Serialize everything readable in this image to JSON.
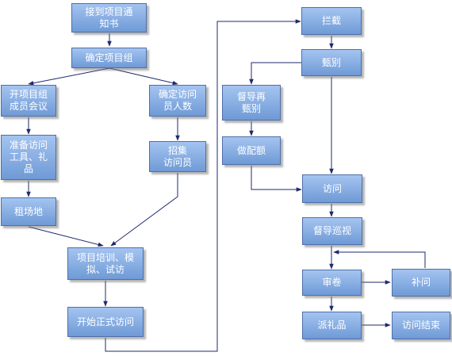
{
  "nodes": {
    "notice": "接到项目通\n知书",
    "confirm_project_group": "确定项目组",
    "kickoff_meeting": "开项目组\n成员会议",
    "confirm_interviewer_count": "确定访问\n员人数",
    "prepare_tools": "准备访问\n工具、礼\n品",
    "recruit_interviewers": "招集\n访问员",
    "rent_venue": "租场地",
    "training": "项目培训、模\n拟、试访",
    "start_interview": "开始正式访问",
    "intercept": "拦截",
    "screening": "甄别",
    "supervisor_rescreen": "督导再\n甄别",
    "quota": "做配额",
    "interview": "访问",
    "supervisor_patrol": "督导巡视",
    "review": "审卷",
    "callback": "补问",
    "gift": "派礼品",
    "interview_end": "访问结束"
  },
  "colors": {
    "box_top": "#a4c4f0",
    "box_bottom": "#6f9ad6",
    "box_border": "#4f6fa8",
    "arrow": "#1f2a6e",
    "text": "#ffffff"
  }
}
